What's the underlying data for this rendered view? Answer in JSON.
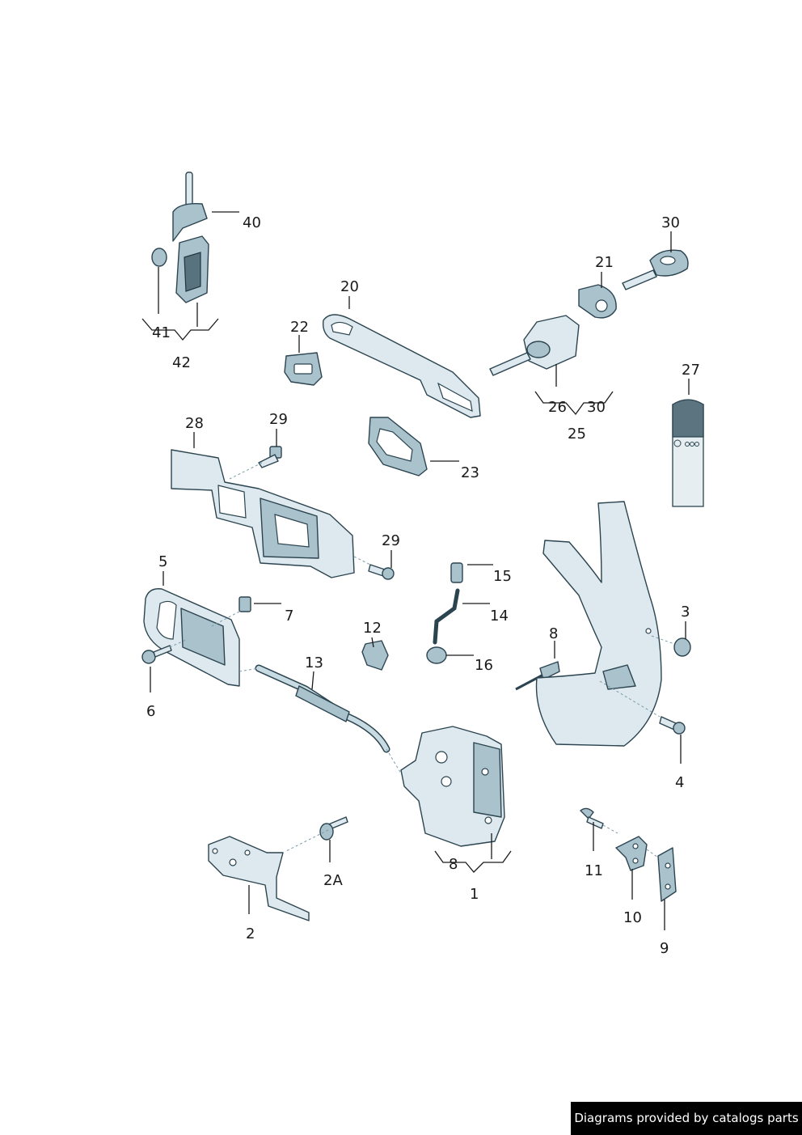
{
  "labels": {
    "l40": "40",
    "l41": "41",
    "l42": "42",
    "l20": "20",
    "l22": "22",
    "l30a": "30",
    "l21": "21",
    "l26": "26",
    "l30b": "30",
    "l25": "25",
    "l27": "27",
    "l28": "28",
    "l29a": "29",
    "l23": "23",
    "l29b": "29",
    "l5": "5",
    "l7": "7",
    "l15": "15",
    "l14": "14",
    "l12": "12",
    "l16": "16",
    "l8a": "8",
    "l3": "3",
    "l6": "6",
    "l13": "13",
    "l4": "4",
    "l2A": "2A",
    "l8b": "8",
    "l1": "1",
    "l11": "11",
    "l10": "10",
    "l2": "2",
    "l9": "9"
  },
  "footer": {
    "text": "Diagrams provided by catalogs parts"
  },
  "colors": {
    "line": "#2b4450",
    "part_fill": "#dde9ee",
    "part_shade": "#a9c2cc",
    "footer_bg": "#000000"
  }
}
